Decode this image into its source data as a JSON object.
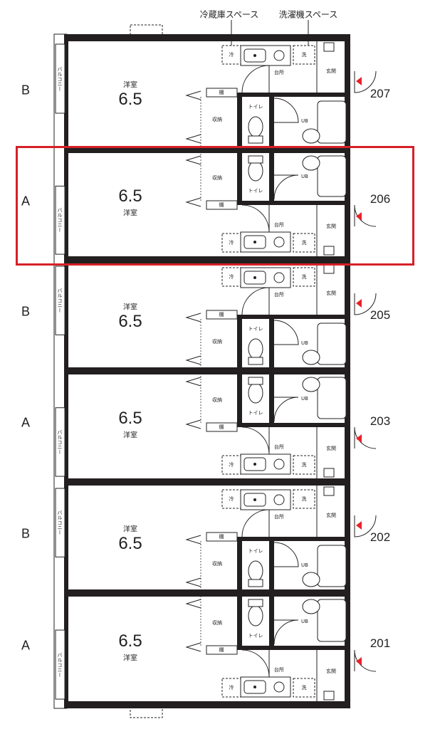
{
  "header_labels": {
    "fridge_space": "冷蔵庫スペース",
    "washer_space": "洗濯機スペース"
  },
  "room_labels": {
    "western_room": "洋室",
    "size": "6.5",
    "storage": "収納",
    "shelf": "棚",
    "toilet": "トイレ",
    "bath": "UB",
    "kitchen": "台所",
    "entrance": "玄関",
    "fridge": "冷",
    "washer": "洗",
    "balcony": "バルコニー"
  },
  "units": [
    {
      "number": "207",
      "type": "B"
    },
    {
      "number": "206",
      "type": "A",
      "highlighted": true
    },
    {
      "number": "205",
      "type": "B"
    },
    {
      "number": "203",
      "type": "A"
    },
    {
      "number": "202",
      "type": "B"
    },
    {
      "number": "201",
      "type": "A"
    }
  ],
  "colors": {
    "wall": "#231f20",
    "highlight": "#d62027",
    "door_arrow": "#e8212a"
  }
}
